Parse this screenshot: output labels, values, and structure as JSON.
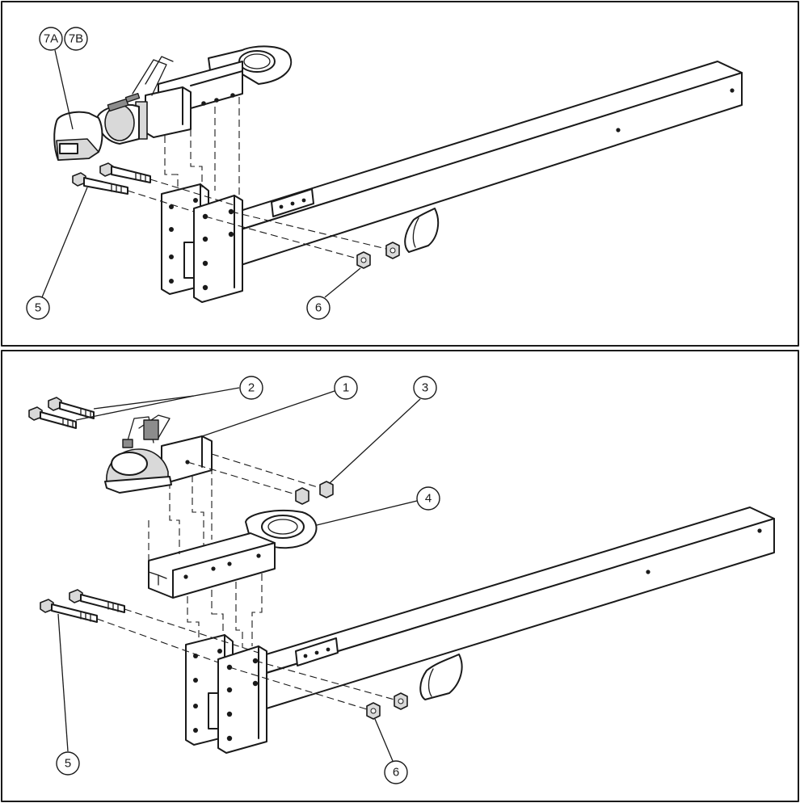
{
  "callouts": {
    "top": {
      "c7a": "7A",
      "c7b": "7B",
      "c5": "5",
      "c6": "6"
    },
    "bottom": {
      "c1": "1",
      "c2": "2",
      "c3": "3",
      "c4": "4",
      "c5": "5",
      "c6": "6"
    }
  }
}
